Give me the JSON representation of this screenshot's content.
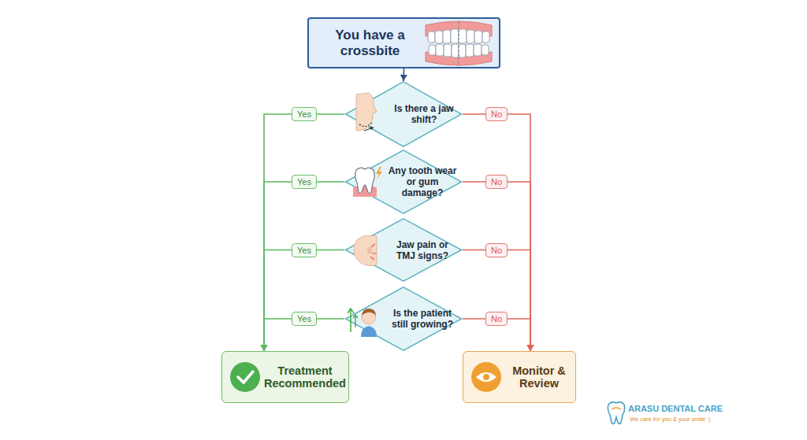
{
  "diagram": {
    "nodes": [
      {
        "text": [
          "You have a crossbite"
        ]
      },
      {
        "text": [
          "Is there a jaw shift?"
        ]
      },
      {
        "text": [
          "Any tooth wear or gum damage?"
        ]
      },
      {
        "text": [
          "Jaw pain or TMJ signs?"
        ]
      },
      {
        "text": [
          "Is the patient still growing?"
        ]
      },
      {
        "text": [
          "Treatment Recommended"
        ]
      },
      {
        "text": [
          "Monitor & Review"
        ]
      }
    ],
    "edges": [
      {
        "from": 0,
        "to": 1,
        "arrow": "to"
      },
      {
        "from": 1,
        "to": 5,
        "label": "Yes",
        "arrow": "to"
      },
      {
        "from": 1,
        "to": 6,
        "label": "No",
        "arrow": "to"
      },
      {
        "from": 2,
        "to": 5,
        "label": "Yes",
        "arrow": "to"
      },
      {
        "from": 2,
        "to": 6,
        "label": "No",
        "arrow": "to"
      },
      {
        "from": 3,
        "to": 5,
        "label": "Yes",
        "arrow": "to"
      },
      {
        "from": 3,
        "to": 6,
        "label": "No",
        "arrow": "to"
      },
      {
        "from": 4,
        "to": 5,
        "label": "Yes",
        "arrow": "to"
      },
      {
        "from": 4,
        "to": 6,
        "label": "No",
        "arrow": "to"
      }
    ],
    "labels": [
      "ARASU DENTAL CARE",
      "We care for you & your smile :)"
    ]
  }
}
